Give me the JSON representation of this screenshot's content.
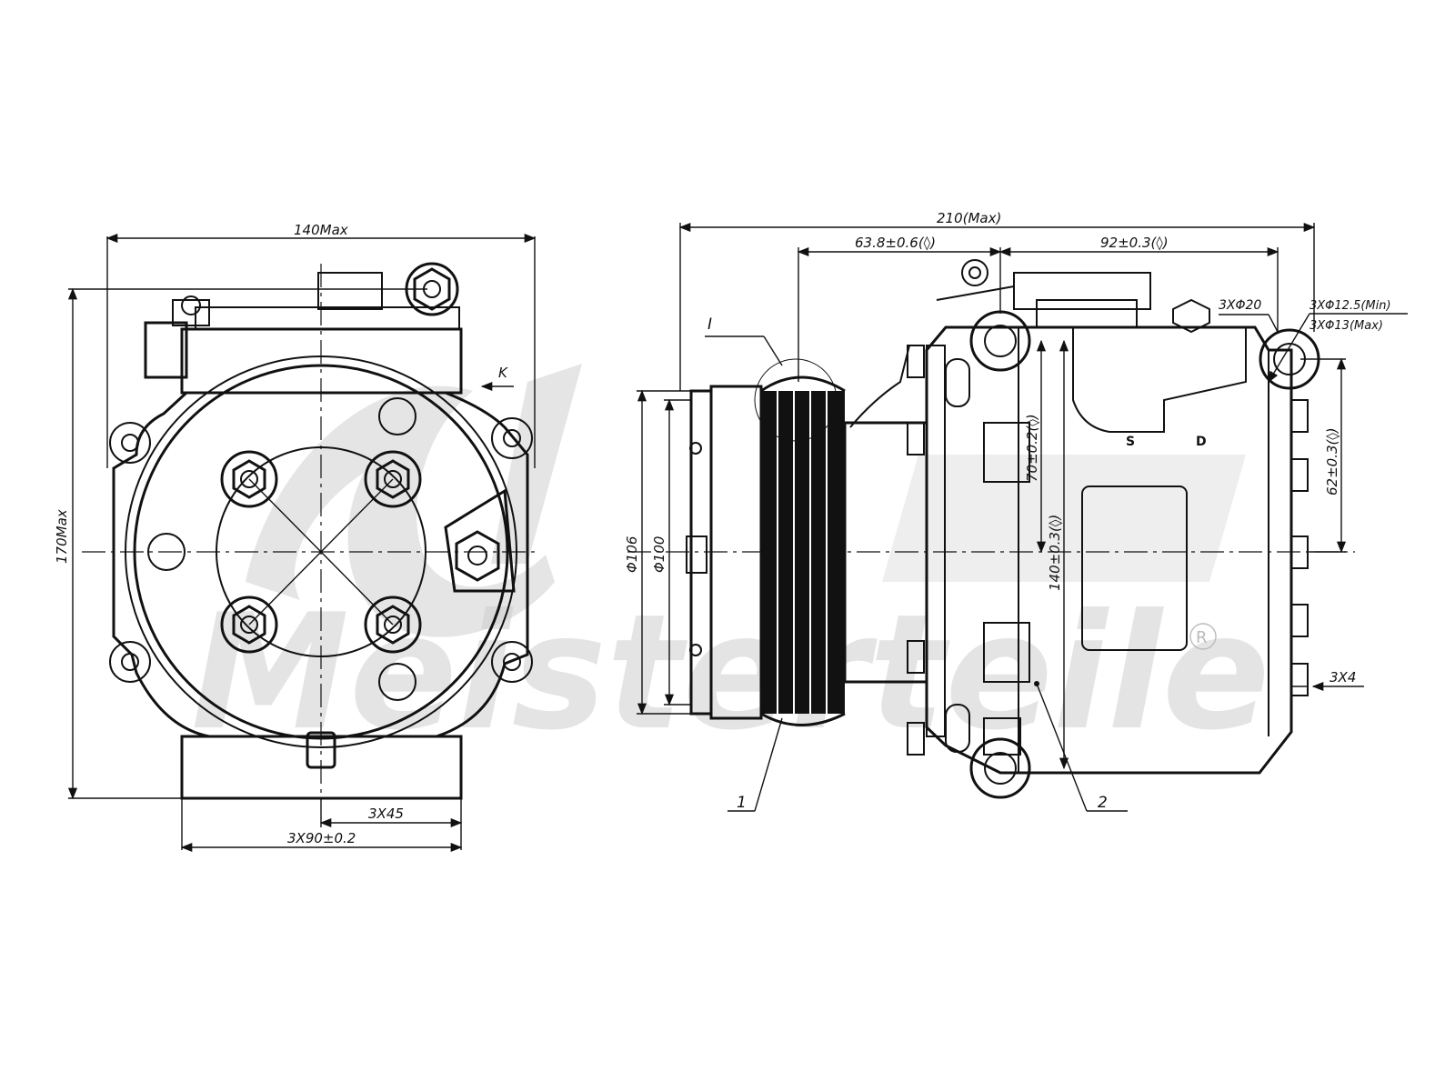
{
  "front_view": {
    "dim_width": "140Max",
    "dim_height": "170Max",
    "dim_bolt_spacing": "3X45",
    "dim_mount_spacing": "3X90±0.2",
    "view_marker": "K"
  },
  "side_view": {
    "dim_overall_length": "210(Max)",
    "dim_pulley_offset": "63.8±0.6(◊)",
    "dim_mount_length": "92±0.3(◊)",
    "dim_mount_hole_dia": "3XΦ20",
    "dim_hole_min": "3XΦ12.5(Min)",
    "dim_hole_max": "3XΦ13(Max)",
    "dim_pulley_outer": "Φ106",
    "dim_pulley_inner": "Φ100",
    "dim_height_upper": "70±0.2(◊)",
    "dim_height_total": "140±0.3(◊)",
    "dim_right_height": "62±0.3(◊)",
    "dim_thread": "3X4",
    "label_detail": "I",
    "label_part_1": "1",
    "label_part_2": "2",
    "port_suction": "S",
    "port_discharge": "D"
  },
  "watermark": {
    "brand": "Meisterteile",
    "registered": "R"
  }
}
